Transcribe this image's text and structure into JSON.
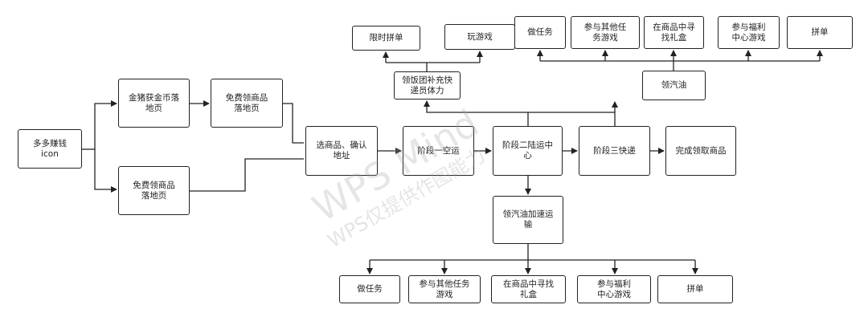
{
  "diagram": {
    "nodes": {
      "start": "多多赚钱\nicon",
      "gold": "金猪获金币落\n地页",
      "free1": "免费领商品\n落地页",
      "free2": "免费领商品\n落地页",
      "select": "选商品、确认\n地址",
      "stage1": "阶段一空运",
      "stage2": "阶段二陆运中\n心",
      "stage3": "阶段三快递",
      "complete": "完成领取商品",
      "oil_accel": "领汽油加速运\n输",
      "b_task": "做任务",
      "b_other": "参与其他任务\n游戏",
      "b_gift": "在商品中寻找\n礼盒",
      "b_welfare": "参与福利\n中心游戏",
      "b_group": "拼单",
      "meal": "领饭团补充快\n递员体力",
      "limited": "限时拼单",
      "play": "玩游戏",
      "oil": "领汽油",
      "t_task": "做任务",
      "t_other": "参与其他任\n务游戏",
      "t_gift": "在商品中寻\n找礼盒",
      "t_welfare": "参与福利\n中心游戏",
      "t_group": "拼单"
    }
  },
  "watermark": {
    "line1": "WPS Mind",
    "line2": "WPS仅提供作图能力"
  }
}
